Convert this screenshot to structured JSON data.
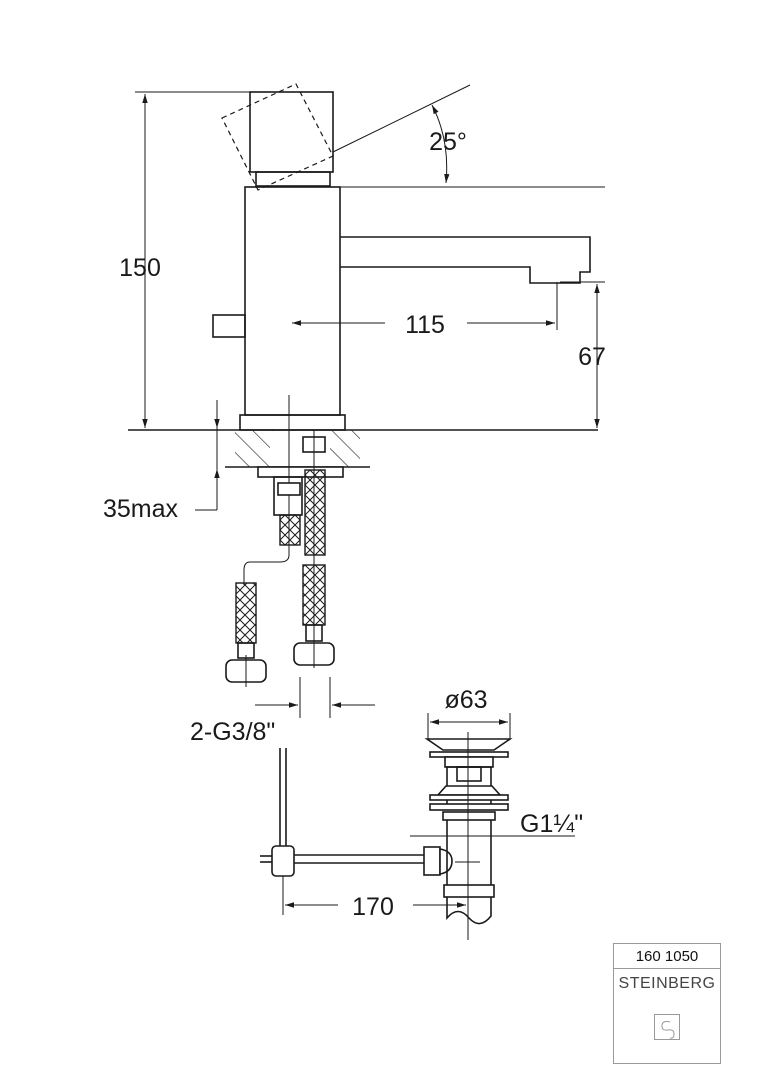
{
  "drawing": {
    "dimensions": {
      "height_total": "150",
      "lever_angle": "25°",
      "spout_reach": "115",
      "spout_height": "67",
      "counter_thickness": "35max",
      "connections": "2-G3/8\"",
      "waste_diameter": "ø63",
      "waste_thread": "G1¼\"",
      "rod_length": "170"
    }
  },
  "title_block": {
    "article_number": "160 1050",
    "brand": "STEINBERG"
  }
}
